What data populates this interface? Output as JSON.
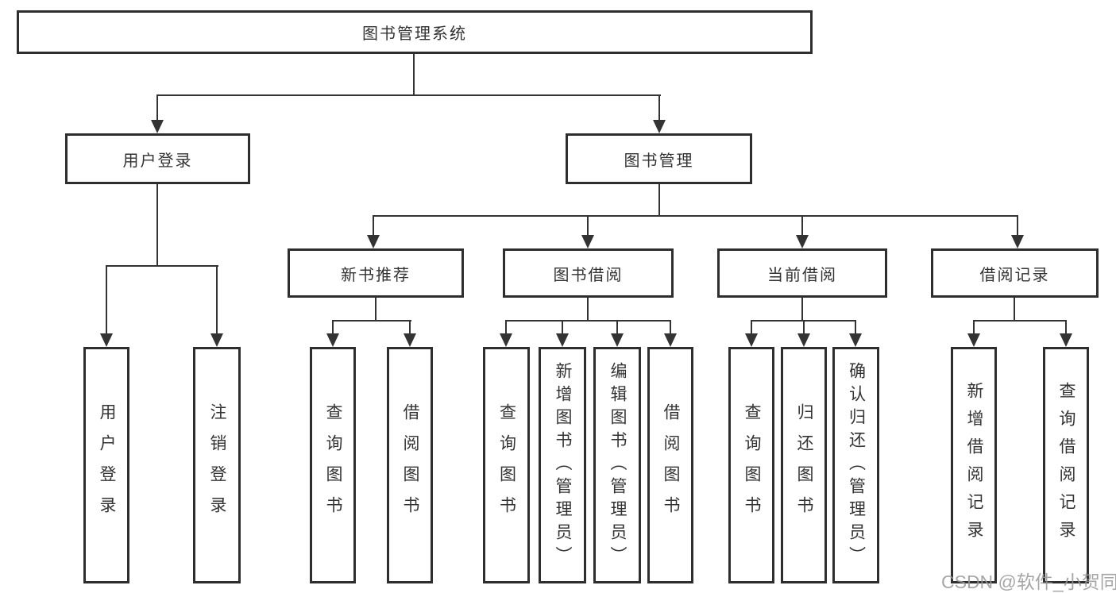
{
  "diagram_type": "hierarchy-tree",
  "tree": {
    "label": "图书管理系统",
    "children": [
      {
        "label": "用户登录",
        "children": [
          {
            "label": "用户登录"
          },
          {
            "label": "注销登录"
          }
        ]
      },
      {
        "label": "图书管理",
        "children": [
          {
            "label": "新书推荐",
            "children": [
              {
                "label": "查询图书"
              },
              {
                "label": "借阅图书"
              }
            ]
          },
          {
            "label": "图书借阅",
            "children": [
              {
                "label": "查询图书"
              },
              {
                "label": "新增图书（管理员）"
              },
              {
                "label": "编辑图书（管理员）"
              },
              {
                "label": "借阅图书"
              }
            ]
          },
          {
            "label": "当前借阅",
            "children": [
              {
                "label": "查询图书"
              },
              {
                "label": "归还图书"
              },
              {
                "label": "确认归还（管理员）"
              }
            ]
          },
          {
            "label": "借阅记录",
            "children": [
              {
                "label": "新增借阅记录"
              },
              {
                "label": "查询借阅记录"
              }
            ]
          }
        ]
      }
    ]
  },
  "watermark": "CSDN @软件_小贺同学",
  "colors": {
    "line": "#333333",
    "box_border": "#2e2e2e",
    "text": "#333333",
    "background": "#ffffff",
    "watermark": "#969696"
  }
}
